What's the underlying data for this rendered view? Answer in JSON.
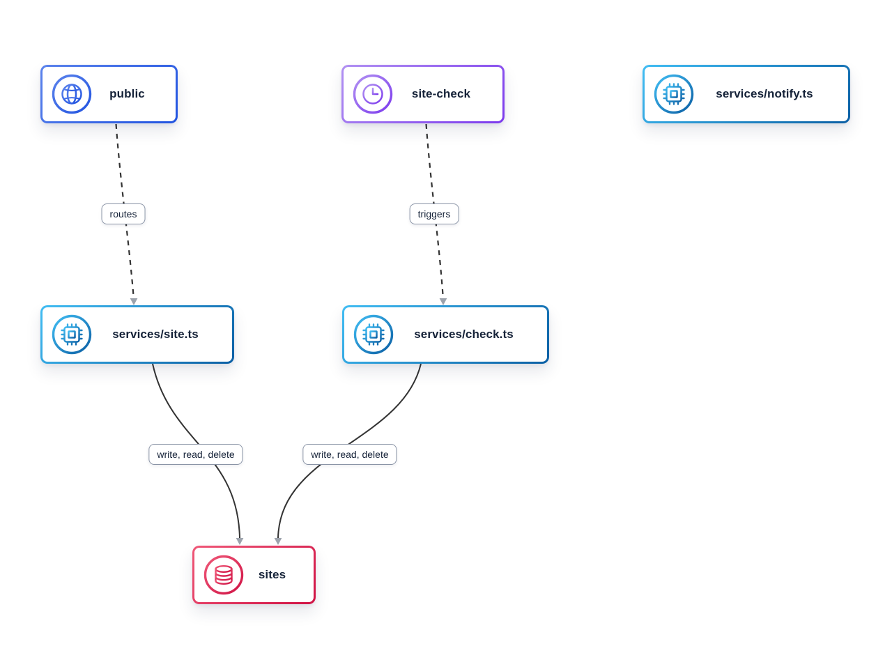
{
  "canvas": {
    "background": "#ffffff"
  },
  "diagram": {
    "type": "service-architecture-graph",
    "edge_color": "#333333",
    "arrow_color": "#9da3ad",
    "label_border_color": "#8a94a6",
    "text_color": "#152238",
    "nodes": [
      {
        "id": "public",
        "label": "public",
        "icon": "globe-icon",
        "border_from": "#5b83ec",
        "border_to": "#2153e0"
      },
      {
        "id": "site-check",
        "label": "site-check",
        "icon": "clock-icon",
        "border_from": "#b191f2",
        "border_to": "#7c3aed"
      },
      {
        "id": "services-notify",
        "label": "services/notify.ts",
        "icon": "chip-icon",
        "border_from": "#41bdf3",
        "border_to": "#0b5fa4"
      },
      {
        "id": "services-site",
        "label": "services/site.ts",
        "icon": "chip-icon",
        "border_from": "#41bdf3",
        "border_to": "#0b5fa4"
      },
      {
        "id": "services-check",
        "label": "services/check.ts",
        "icon": "chip-icon",
        "border_from": "#41bdf3",
        "border_to": "#0b5fa4"
      },
      {
        "id": "sites",
        "label": "sites",
        "icon": "database-icon",
        "border_from": "#ef5878",
        "border_to": "#d01345"
      }
    ],
    "edges": [
      {
        "from": "public",
        "to": "services-site",
        "label": "routes",
        "line_style": "dashed"
      },
      {
        "from": "site-check",
        "to": "services-check",
        "label": "triggers",
        "line_style": "dashed"
      },
      {
        "from": "services-site",
        "to": "sites",
        "label": "write, read, delete",
        "line_style": "solid"
      },
      {
        "from": "services-check",
        "to": "sites",
        "label": "write, read, delete",
        "line_style": "solid"
      }
    ]
  }
}
